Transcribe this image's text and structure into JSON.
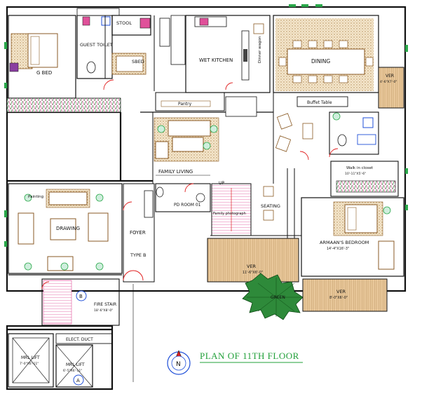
{
  "title": "PLAN OF 11TH FLOOR",
  "compass_letter": "N",
  "colors": {
    "wall": "#111111",
    "hatch_pink": "#e0509a",
    "terrace_fill": "#c9a06a",
    "dot_fill": "#e8d3b0",
    "furniture": "#8a5a24",
    "green": "#2aa84a",
    "blue": "#1f4fd8",
    "red": "#e02020",
    "plant": "#1f7a2a",
    "title_green": "#22a03a"
  },
  "rooms": {
    "g_bed": "G BED",
    "guest_toilet": "GUEST TOILET",
    "stool": "STOOL",
    "sbed": "SBED",
    "wet_kitchen": "WET KITCHEN",
    "dining": "DINING",
    "dinner_wagon": "Dinner wagon",
    "ver_top_right": "VER",
    "ver_top_right_size": "4'-6\"X7'-0\"",
    "pantry": "Pantry",
    "buffet_table": "Buffet Table",
    "family_living": "FAMILY LIVING",
    "walk_in_closet": "Walk in closet",
    "walk_in_closet_size": "10'-11\"X5'-6\"",
    "painting": "Painting",
    "drawing": "DRAWING",
    "foyer": "FOYER",
    "type_b": "TYPE B",
    "pd_room": "PD ROOM 01",
    "up": "UP",
    "family_photograph": "Family photograph",
    "seating": "SEATING",
    "armaans_bedroom": "ARMAAN'S BEDROOM",
    "armaans_bedroom_size": "14'-4\"X16'-3\"",
    "ver_center": "VER",
    "ver_center_size": "11'-6\"X6'-0\"",
    "green": "GREEN",
    "ver_bottom_right": "VER",
    "ver_bottom_right_size": "8'-0\"X6'-0\"",
    "fire_stair": "FIRE STAIR",
    "fire_stair_size": "18'-6\"X8'-0\"",
    "stair_letter": "B",
    "lift_letter": "A",
    "elect_duct": "ELECT. DUCT",
    "mrl_lift_1": "MRL LIFT",
    "mrl_lift_1_size": "7'-0\"X6'-11\"",
    "mrl_lift_2": "MRL LIFT",
    "mrl_lift_2_size": "6'-5\"X6'-11\""
  }
}
